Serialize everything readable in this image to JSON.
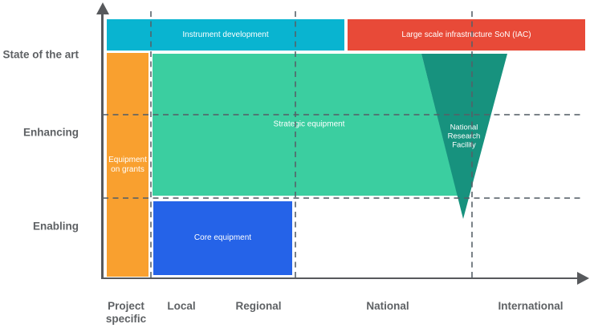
{
  "y_axis": {
    "labels": [
      {
        "label": "State of the art"
      },
      {
        "label": "Enhancing"
      },
      {
        "label": "Enabling"
      }
    ]
  },
  "x_axis": {
    "labels": [
      {
        "label": "Project specific"
      },
      {
        "label": "Local"
      },
      {
        "label": "Regional"
      },
      {
        "label": "National"
      },
      {
        "label": "International"
      }
    ]
  },
  "blocks": {
    "instrument_development": {
      "label": "Instrument development",
      "color": "#09b4d0"
    },
    "large_scale_infrastructure": {
      "label": "Large scale infrastructure SoN (IAC)",
      "color": "#e84a38"
    },
    "equipment_on_grants": {
      "label": "Equipment on grants",
      "color": "#f9a02f"
    },
    "strategic_equipment": {
      "label": "Strategic equipment",
      "color": "#3bcea0"
    },
    "national_research_facility": {
      "label": "National Research Facility",
      "color": "#17927e"
    },
    "core_equipment": {
      "label": "Core equipment",
      "color": "#2563e8"
    }
  },
  "colors": {
    "axis": "#57595c",
    "gridline_dash": "#555f66",
    "axis_label_text": "#5e6164",
    "block_text": "#ffffff"
  }
}
